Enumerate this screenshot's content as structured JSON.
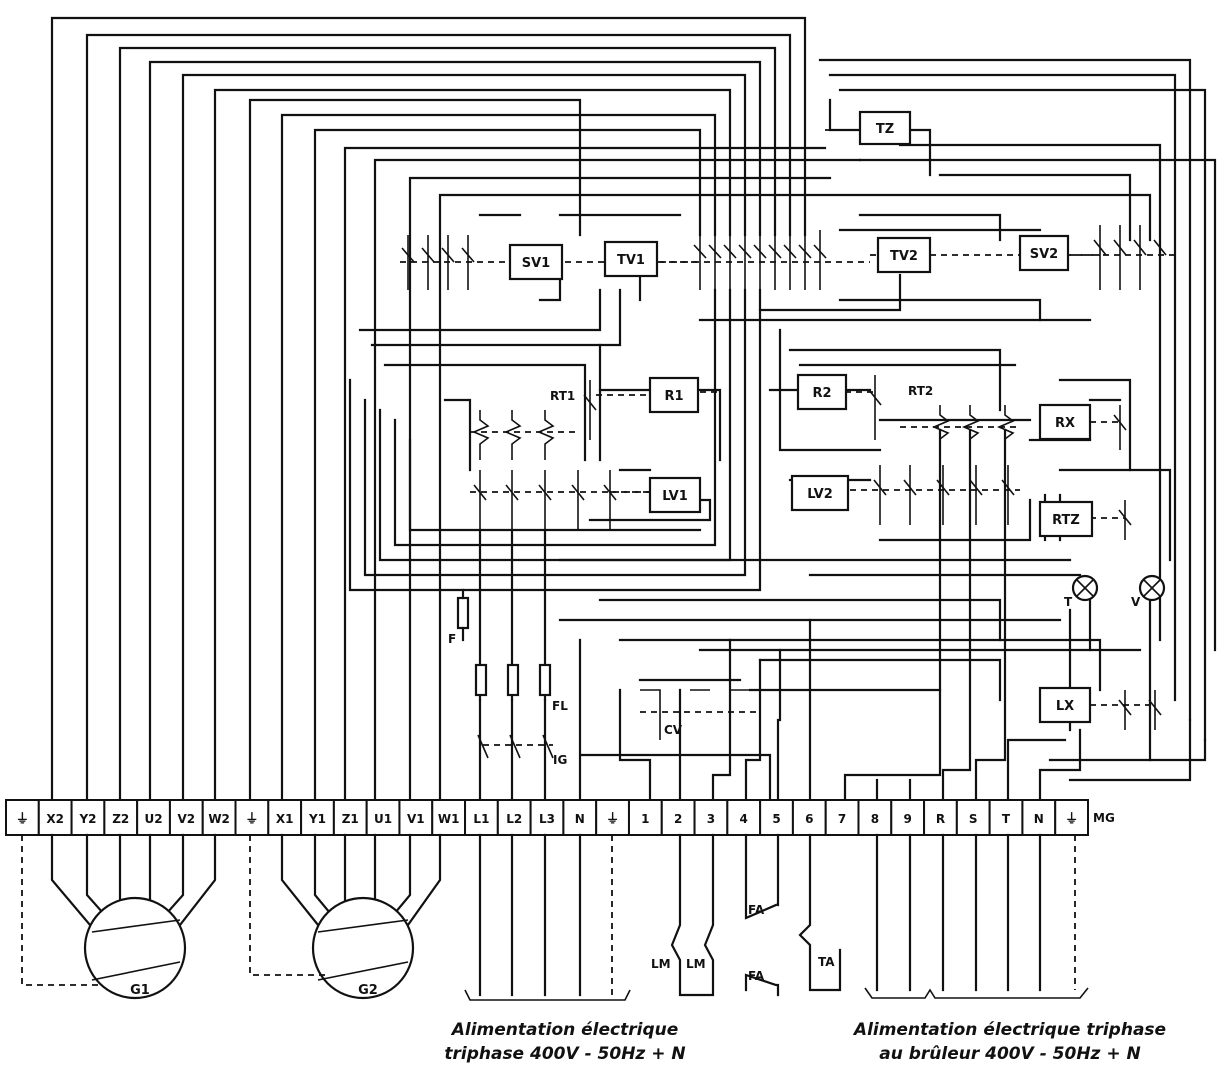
{
  "terminal_block": {
    "label": "MG",
    "terminals": [
      "⏚",
      "X2",
      "Y2",
      "Z2",
      "U2",
      "V2",
      "W2",
      "⏚",
      "X1",
      "Y1",
      "Z1",
      "U1",
      "V1",
      "W1",
      "L1",
      "L2",
      "L3",
      "N",
      "⏚",
      "1",
      "2",
      "3",
      "4",
      "5",
      "6",
      "7",
      "8",
      "9",
      "R",
      "S",
      "T",
      "N",
      "⏚"
    ]
  },
  "motors": [
    {
      "label": "G1"
    },
    {
      "label": "G2"
    }
  ],
  "relay_coils": [
    {
      "label": "TZ"
    },
    {
      "label": "SV1"
    },
    {
      "label": "TV1"
    },
    {
      "label": "TV2"
    },
    {
      "label": "SV2"
    },
    {
      "label": "R1"
    },
    {
      "label": "R2"
    },
    {
      "label": "RX"
    },
    {
      "label": "LV1"
    },
    {
      "label": "LV2"
    },
    {
      "label": "RTZ"
    },
    {
      "label": "LX"
    }
  ],
  "component_labels": {
    "thermal_relay_1": "RT1",
    "thermal_relay_2": "RT2",
    "fuse": "F",
    "line_fuses": "FL",
    "main_switch": "IG",
    "control_selector": "CV",
    "lamp_1": "T",
    "lamp_2": "V"
  },
  "external_devices": {
    "lm_left": "LM",
    "lm_right": "LM",
    "fa_top": "FA",
    "fa_bottom": "FA",
    "ta": "TA"
  },
  "captions": {
    "supply_left_line1": "Alimentation électrique",
    "supply_left_line2": "triphase 400V - 50Hz + N",
    "supply_right_line1": "Alimentation électrique triphase",
    "supply_right_line2": "au brûleur 400V - 50Hz + N"
  }
}
